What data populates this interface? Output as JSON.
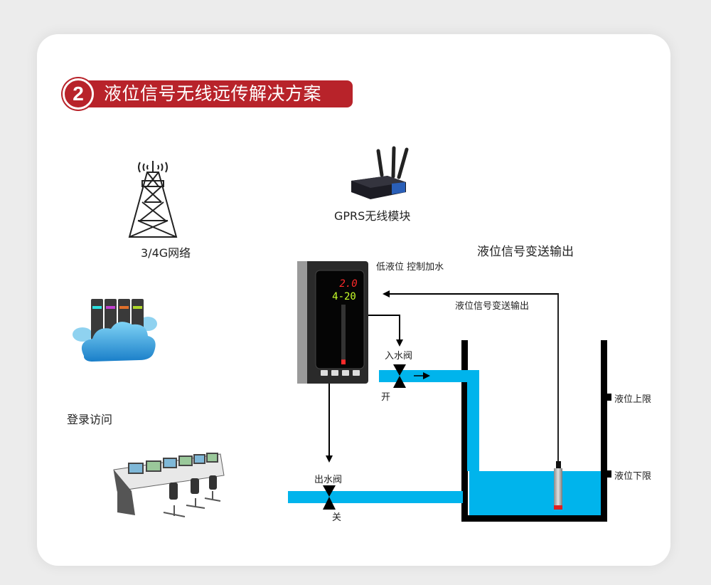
{
  "banner": {
    "number": "2",
    "title": "液位信号无线远传解决方案",
    "color": "#b8232a"
  },
  "icons": {
    "tower": "cell-tower-icon",
    "gprs": "gprs-router-icon",
    "cloud": "cloud-server-icon",
    "console": "control-room-console-icon",
    "controller": "level-controller-meter",
    "sensor": "submersible-level-sensor"
  },
  "labels": {
    "network": "3/4G网络",
    "gprs_module": "GPRS无线模块",
    "login_access": "登录访问",
    "signal_output_title": "液位信号变送输出",
    "low_level_control": "低液位 控制加水",
    "signal_output_arrow": "液位信号变送输出",
    "inlet_valve": "入水阀",
    "inlet_state": "开",
    "outlet_valve": "出水阀",
    "outlet_state": "关",
    "upper_limit": "液位上限",
    "lower_limit": "液位下限"
  },
  "controller_display": {
    "top_value": "2.0",
    "bottom_value": "4-20",
    "bar_fill": 0.08
  },
  "colors": {
    "water": "#00b4ec",
    "line": "#000000",
    "display_red": "#ff2a2a",
    "display_green": "#c8ff2a"
  }
}
